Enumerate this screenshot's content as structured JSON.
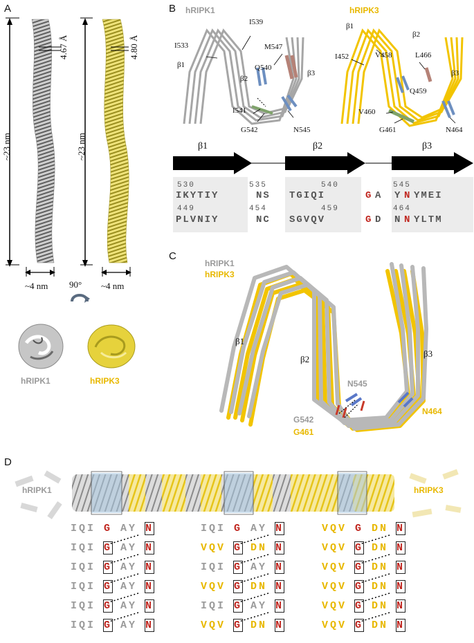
{
  "panels": {
    "A": "A",
    "B": "B",
    "C": "C",
    "D": "D"
  },
  "panelA": {
    "rise_rip1": "4.67 Å",
    "rise_rip3": "4.80 Å",
    "length_left": "~23 nm",
    "length_right": "~23 nm",
    "width_left": "~4 nm",
    "width_right": "~4 nm",
    "rotation": "90°",
    "name_rip1": "hRIPK1",
    "name_rip3": "hRIPK3",
    "colors": {
      "rip1": "#a9a9a9",
      "rip3": "#e6d23c"
    }
  },
  "panelB": {
    "title_left": "hRIPK1",
    "title_right": "hRIPK3",
    "left_labels": [
      "I533",
      "I539",
      "M547",
      "β1",
      "β2",
      "Q540",
      "β3",
      "I541",
      "G542",
      "N545"
    ],
    "right_labels": [
      "β1",
      "β2",
      "I452",
      "V458",
      "L466",
      "β3",
      "Q459",
      "V460",
      "G461",
      "N464"
    ],
    "strands": [
      "β1",
      "β2",
      "β3"
    ],
    "seq_nums_top": [
      "530",
      "535",
      "540",
      "545"
    ],
    "seq_nums_bot": [
      "449",
      "454",
      "459",
      "464"
    ],
    "seq_top": {
      "s1": "IKYTIY",
      "s1b": "NS",
      "s2": "TGIQI",
      "g": "G",
      "a": "A",
      "s3a": "Y",
      "n": "N",
      "s3b": "YMEI"
    },
    "seq_bot": {
      "s1": "PLVNIY",
      "s1b": "NC",
      "s2": "SGVQV",
      "g": "G",
      "a": "D",
      "s3a": "N",
      "n": "N",
      "s3b": "YLTM"
    }
  },
  "panelC": {
    "legend_rip1": "hRIPK1",
    "legend_rip3": "hRIPK3",
    "b1": "β1",
    "b2": "β2",
    "b3": "β3",
    "n545": "N545",
    "g542": "G542",
    "g461": "G461",
    "n464": "N464"
  },
  "panelD": {
    "label_left": "hRIPK1",
    "label_right": "hRIPK3",
    "columns": [
      [
        "rip1",
        "rip1",
        "rip1",
        "rip1",
        "rip1",
        "rip1"
      ],
      [
        "rip1",
        "rip3",
        "rip1",
        "rip3",
        "rip1",
        "rip3"
      ],
      [
        "rip3",
        "rip3",
        "rip3",
        "rip3",
        "rip3",
        "rip3"
      ]
    ],
    "rip1_parts": {
      "a": "IQI",
      "g": "G",
      "b": "AY",
      "n": "N"
    },
    "rip3_parts": {
      "a": "VQV",
      "g": "G",
      "b": "DN",
      "n": "N"
    }
  }
}
